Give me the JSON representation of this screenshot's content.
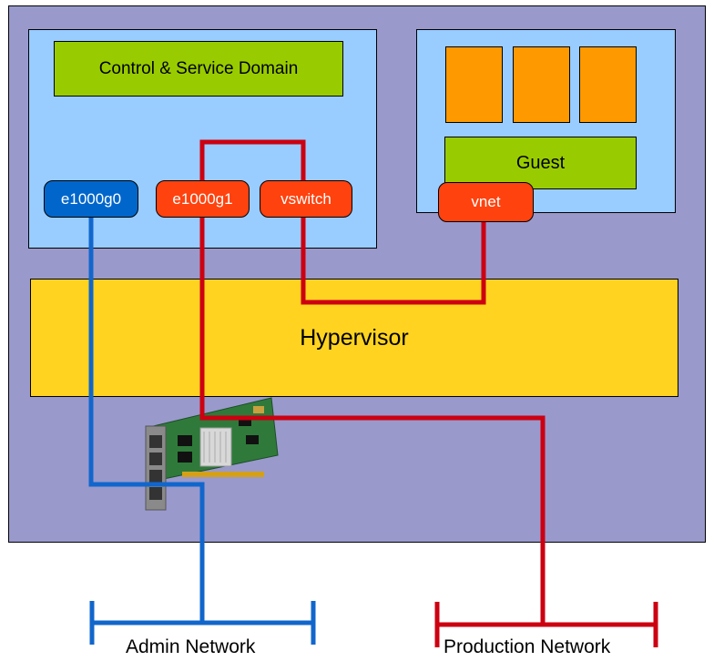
{
  "diagram": {
    "control_domain_label": "Control & Service Domain",
    "guest_label": "Guest",
    "hypervisor_label": "Hypervisor",
    "ports": {
      "e1000g0": "e1000g0",
      "e1000g1": "e1000g1",
      "vswitch": "vswitch",
      "vnet": "vnet"
    },
    "networks": {
      "admin": "Admin Network",
      "production": "Production Network"
    },
    "colors": {
      "outer": "#9999cc",
      "domain": "#99ccff",
      "green_label": "#99cc00",
      "guest_cpu": "#ff9900",
      "hypervisor": "#ffd320",
      "admin_link": "#1166cc",
      "production_link": "#cc0011",
      "port_orange": "#ff420e",
      "port_blue": "#0066cc"
    }
  }
}
